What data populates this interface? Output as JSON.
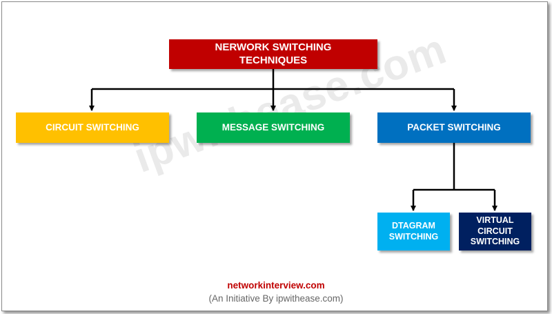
{
  "diagram": {
    "root": {
      "label": "NERWORK SWITCHING\nTECHNIQUES",
      "color": "#C00000"
    },
    "children": [
      {
        "key": "circuit",
        "label": "CIRCUIT SWITCHING",
        "color": "#FFC000"
      },
      {
        "key": "message",
        "label": "MESSAGE SWITCHING",
        "color": "#00B050"
      },
      {
        "key": "packet",
        "label": "PACKET SWITCHING",
        "color": "#0070C0"
      }
    ],
    "packet_children": [
      {
        "key": "datagram",
        "label": "DTAGRAM\nSWITCHING",
        "color": "#00B0F0"
      },
      {
        "key": "virtual",
        "label": "VIRTUAL\nCIRCUIT\nSWITCHING",
        "color": "#002060"
      }
    ]
  },
  "watermark": "ipwithease.com",
  "footer": {
    "site": "networkinterview.com",
    "tagline": "(An Initiative By ipwithease.com)"
  }
}
